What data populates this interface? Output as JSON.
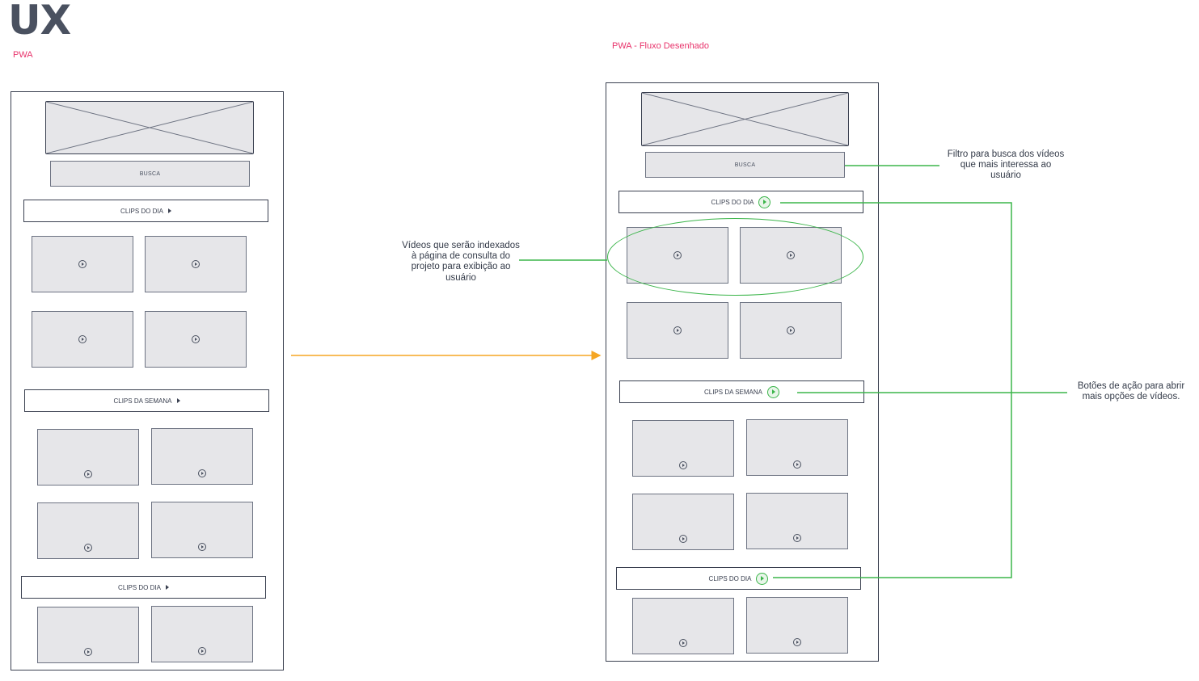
{
  "header": {
    "title": "UX"
  },
  "left": {
    "label": "PWA",
    "search_label": "BUSCA",
    "sections": [
      "CLIPS DO DIA",
      "CLIPS DA SEMANA",
      "CLIPS DO DIA"
    ]
  },
  "right": {
    "label": "PWA - Fluxo Desenhado",
    "search_label": "BUSCA",
    "sections": [
      "CLIPS DO DIA",
      "CLIPS DA SEMANA",
      "CLIPS DO DIA"
    ]
  },
  "annotations": {
    "filter": [
      "Filtro para busca dos vídeos",
      "que mais interessa ao",
      "usuário"
    ],
    "videos": [
      "Vídeos que serão indexados",
      "à página de consulta do",
      "projeto para exibição ao",
      "usuário"
    ],
    "actions": [
      "Botões de ação para abrir",
      "mais opções de vídeos."
    ]
  },
  "colors": {
    "accent_green": "#3bb54a",
    "arrow_orange": "#f5a623",
    "label_pink": "#e8336b"
  }
}
